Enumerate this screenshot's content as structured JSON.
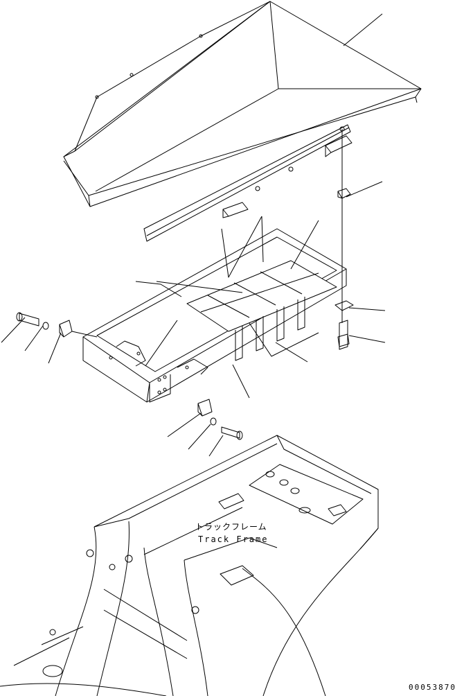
{
  "labels": {
    "track_frame_jp": "トラックフレーム",
    "track_frame_en": "Track Frame"
  },
  "drawing_number": "00053870",
  "colors": {
    "line": "#000000",
    "background": "#ffffff"
  }
}
